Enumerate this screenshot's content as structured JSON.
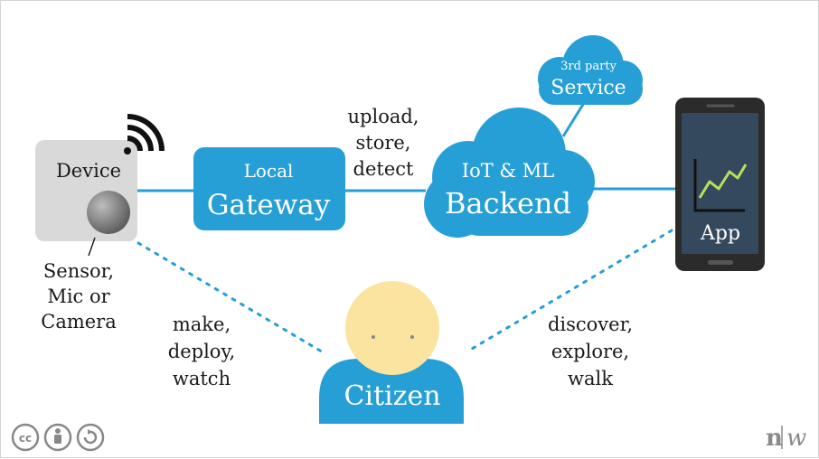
{
  "device": {
    "label": "Device"
  },
  "sensor": {
    "lines": [
      "Sensor,",
      "Mic or",
      "Camera"
    ]
  },
  "gateway": {
    "line1": "Local",
    "line2": "Gateway"
  },
  "pipeline": {
    "lines": [
      "upload,",
      "store,",
      "detect"
    ]
  },
  "backend": {
    "line1": "IoT & ML",
    "line2": "Backend"
  },
  "service": {
    "line1": "3rd party",
    "line2": "Service"
  },
  "app": {
    "label": "App"
  },
  "citizen": {
    "label": "Citizen"
  },
  "citizen_left": {
    "lines": [
      "make,",
      "deploy,",
      "watch"
    ]
  },
  "citizen_right": {
    "lines": [
      "discover,",
      "explore,",
      "walk"
    ]
  },
  "footer": {
    "license_icons": [
      "cc-icon",
      "attribution-icon",
      "share-alike-icon"
    ],
    "logo": "n|w"
  },
  "colors": {
    "blue": "#269fd6",
    "device_gray": "#d9d9d9",
    "citizen_face": "#fbe3a0",
    "phone": "#2e3a4a"
  }
}
